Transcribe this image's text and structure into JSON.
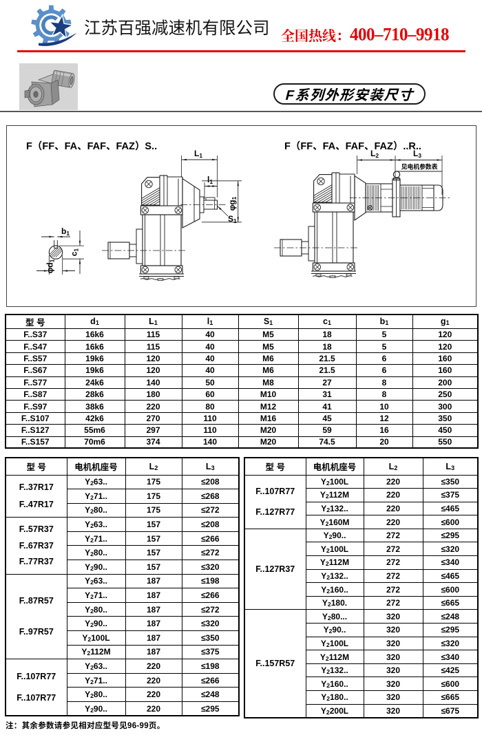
{
  "header": {
    "company": "江苏百强减速机有限公司",
    "hotline_label": "全国热线：",
    "hotline_number": "400–710–9918"
  },
  "banner": {
    "title": "F系列外形安装尺寸"
  },
  "colors": {
    "accent_red": "#e60000",
    "logo_gear_blue": "#5b8fc9",
    "logo_star_navy": "#1a3e7e"
  },
  "drawings": {
    "left": {
      "title": "F（FF、FA、FAF、FAZ）S..",
      "dim_L1": "L{1}",
      "dim_l1": "l{1}",
      "dim_g1": "φg{1}",
      "dim_S1": "S{1}",
      "dim_b1": "b{1}",
      "dim_c1": "c{1}",
      "dim_d1": "φd{1}"
    },
    "right": {
      "title": "F（FF、FA、FAF、FAZ）..R..",
      "dim_L2": "L{2}",
      "dim_L3": "L{3}",
      "motor_note": "见电机参数表"
    }
  },
  "main_table": {
    "headers": [
      "型  号",
      "d{1}",
      "L{1}",
      "l{1}",
      "S{1}",
      "c{1}",
      "b{1}",
      "g{1}"
    ],
    "rows": [
      [
        "F..S37",
        "16k6",
        "115",
        "40",
        "M5",
        "18",
        "5",
        "120"
      ],
      [
        "F..S47",
        "16k6",
        "115",
        "40",
        "M5",
        "18",
        "5",
        "120"
      ],
      [
        "F..S57",
        "19k6",
        "120",
        "40",
        "M6",
        "21.5",
        "6",
        "160"
      ],
      [
        "F..S67",
        "19k6",
        "120",
        "40",
        "M6",
        "21.5",
        "6",
        "160"
      ],
      [
        "F..S77",
        "24k6",
        "140",
        "50",
        "M8",
        "27",
        "8",
        "200"
      ],
      [
        "F..S87",
        "28k6",
        "180",
        "60",
        "M10",
        "31",
        "8",
        "250"
      ],
      [
        "F..S97",
        "38k6",
        "220",
        "80",
        "M12",
        "41",
        "10",
        "300"
      ],
      [
        "F..S107",
        "42k6",
        "270",
        "110",
        "M16",
        "45",
        "12",
        "350"
      ],
      [
        "F..S127",
        "55m6",
        "297",
        "110",
        "M20",
        "59",
        "16",
        "450"
      ],
      [
        "F..S157",
        "70m6",
        "374",
        "140",
        "M20",
        "74.5",
        "20",
        "550"
      ]
    ]
  },
  "motor_tables": {
    "left": {
      "headers": [
        "型  号",
        "电机机座号",
        "L{2}",
        "L{3}"
      ],
      "groups": [
        {
          "models": [
            "F..37R17",
            "F..47R17"
          ],
          "rows": [
            [
              "Y{2}63..",
              "175",
              "≤208"
            ],
            [
              "Y{2}71..",
              "175",
              "≤268"
            ],
            [
              "Y{2}80..",
              "175",
              "≤272"
            ]
          ]
        },
        {
          "models": [
            "F..57R37",
            "F..67R37",
            "F..77R37"
          ],
          "rows": [
            [
              "Y{2}63..",
              "157",
              "≤208"
            ],
            [
              "Y{2}71..",
              "157",
              "≤266"
            ],
            [
              "Y{2}80..",
              "157",
              "≤272"
            ],
            [
              "Y{2}90..",
              "157",
              "≤320"
            ]
          ]
        },
        {
          "models": [
            "F..87R57",
            "F..97R57"
          ],
          "rows": [
            [
              "Y{2}63..",
              "187",
              "≤198"
            ],
            [
              "Y{2}71..",
              "187",
              "≤266"
            ],
            [
              "Y{2}80..",
              "187",
              "≤272"
            ],
            [
              "Y{2}90..",
              "187",
              "≤320"
            ],
            [
              "Y{2}100L",
              "187",
              "≤350"
            ],
            [
              "Y{2}112M",
              "187",
              "≤375"
            ]
          ]
        },
        {
          "models": [
            "F..107R77",
            "F..107R77"
          ],
          "rows": [
            [
              "Y{2}63..",
              "220",
              "≤198"
            ],
            [
              "Y{2}71..",
              "220",
              "≤266"
            ],
            [
              "Y{2}80..",
              "220",
              "≤248"
            ],
            [
              "Y{2}90..",
              "220",
              "≤295"
            ]
          ]
        }
      ]
    },
    "right": {
      "headers": [
        "型  号",
        "电机机座号",
        "L{2}",
        "L{3}"
      ],
      "groups": [
        {
          "models": [
            "F..107R77",
            "F..127R77"
          ],
          "rows": [
            [
              "Y{2}100L",
              "220",
              "≤350"
            ],
            [
              "Y{2}112M",
              "220",
              "≤375"
            ],
            [
              "Y{2}132..",
              "220",
              "≤465"
            ],
            [
              "Y{2}160M",
              "220",
              "≤600"
            ]
          ]
        },
        {
          "models": [
            "F..127R37"
          ],
          "rows": [
            [
              "Y{2}90..",
              "272",
              "≤295"
            ],
            [
              "Y{2}100L",
              "272",
              "≤320"
            ],
            [
              "Y{2}112M",
              "272",
              "≤340"
            ],
            [
              "Y{2}132..",
              "272",
              "≤465"
            ],
            [
              "Y{2}160..",
              "272",
              "≤600"
            ],
            [
              "Y{2}180.",
              "272",
              "≤665"
            ]
          ]
        },
        {
          "models": [
            "F..157R57"
          ],
          "rows": [
            [
              "Y{2}80...",
              "320",
              "≤248"
            ],
            [
              "Y{2}90..",
              "320",
              "≤295"
            ],
            [
              "Y{2}100L",
              "320",
              "≤320"
            ],
            [
              "Y{2}112M",
              "320",
              "≤340"
            ],
            [
              "Y{2}132..",
              "320",
              "≤425"
            ],
            [
              "Y{2}160..",
              "320",
              "≤600"
            ],
            [
              "Y{2}180..",
              "320",
              "≤665"
            ],
            [
              "Y{2}200L",
              "320",
              "≤675"
            ]
          ]
        }
      ]
    }
  },
  "note": "注：其余参数请参见相对应型号见96-99页。"
}
